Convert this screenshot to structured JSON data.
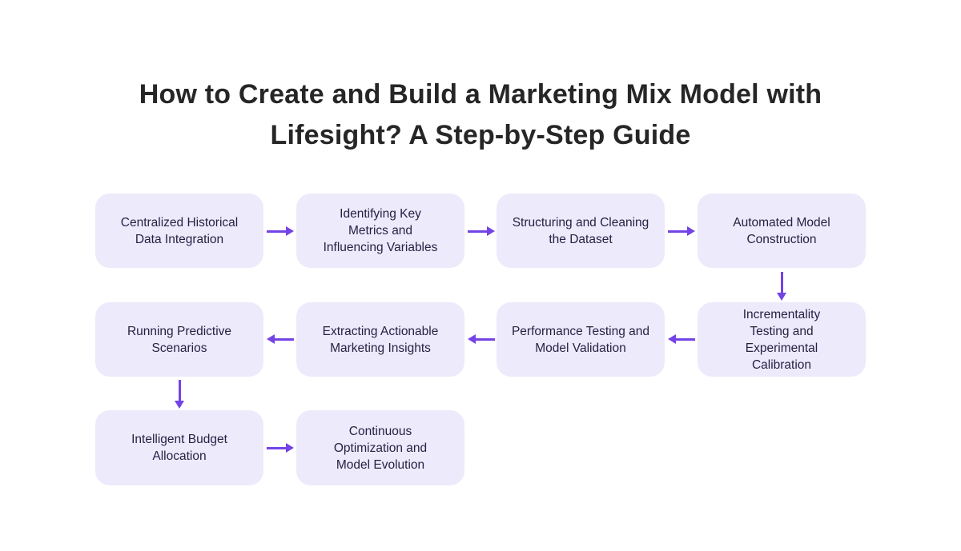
{
  "title": "How to Create and Build a Marketing Mix Model with Lifesight? A Step-by-Step Guide",
  "colors": {
    "background": "#FFFFFF",
    "node_fill": "#EDEAFB",
    "node_text": "#272144",
    "arrow": "#7443E6",
    "title_text": "#262626"
  },
  "flow": {
    "steps": [
      {
        "order": 1,
        "label": "Centralized Historical Data Integration"
      },
      {
        "order": 2,
        "label": "Identifying Key Metrics and Influencing Variables"
      },
      {
        "order": 3,
        "label": "Structuring and Cleaning the Dataset"
      },
      {
        "order": 4,
        "label": "Automated Model Construction"
      },
      {
        "order": 5,
        "label": "Incrementality Testing and Experimental Calibration"
      },
      {
        "order": 6,
        "label": "Performance Testing and Model Validation"
      },
      {
        "order": 7,
        "label": "Extracting Actionable Marketing Insights"
      },
      {
        "order": 8,
        "label": "Running Predictive Scenarios"
      },
      {
        "order": 9,
        "label": "Intelligent Budget Allocation"
      },
      {
        "order": 10,
        "label": "Continuous Optimization and Model Evolution"
      }
    ],
    "connections": [
      {
        "from": 1,
        "to": 2,
        "direction": "right"
      },
      {
        "from": 2,
        "to": 3,
        "direction": "right"
      },
      {
        "from": 3,
        "to": 4,
        "direction": "right"
      },
      {
        "from": 4,
        "to": 5,
        "direction": "down"
      },
      {
        "from": 5,
        "to": 6,
        "direction": "left"
      },
      {
        "from": 6,
        "to": 7,
        "direction": "left"
      },
      {
        "from": 7,
        "to": 8,
        "direction": "left"
      },
      {
        "from": 8,
        "to": 9,
        "direction": "down"
      },
      {
        "from": 9,
        "to": 10,
        "direction": "right"
      }
    ]
  }
}
